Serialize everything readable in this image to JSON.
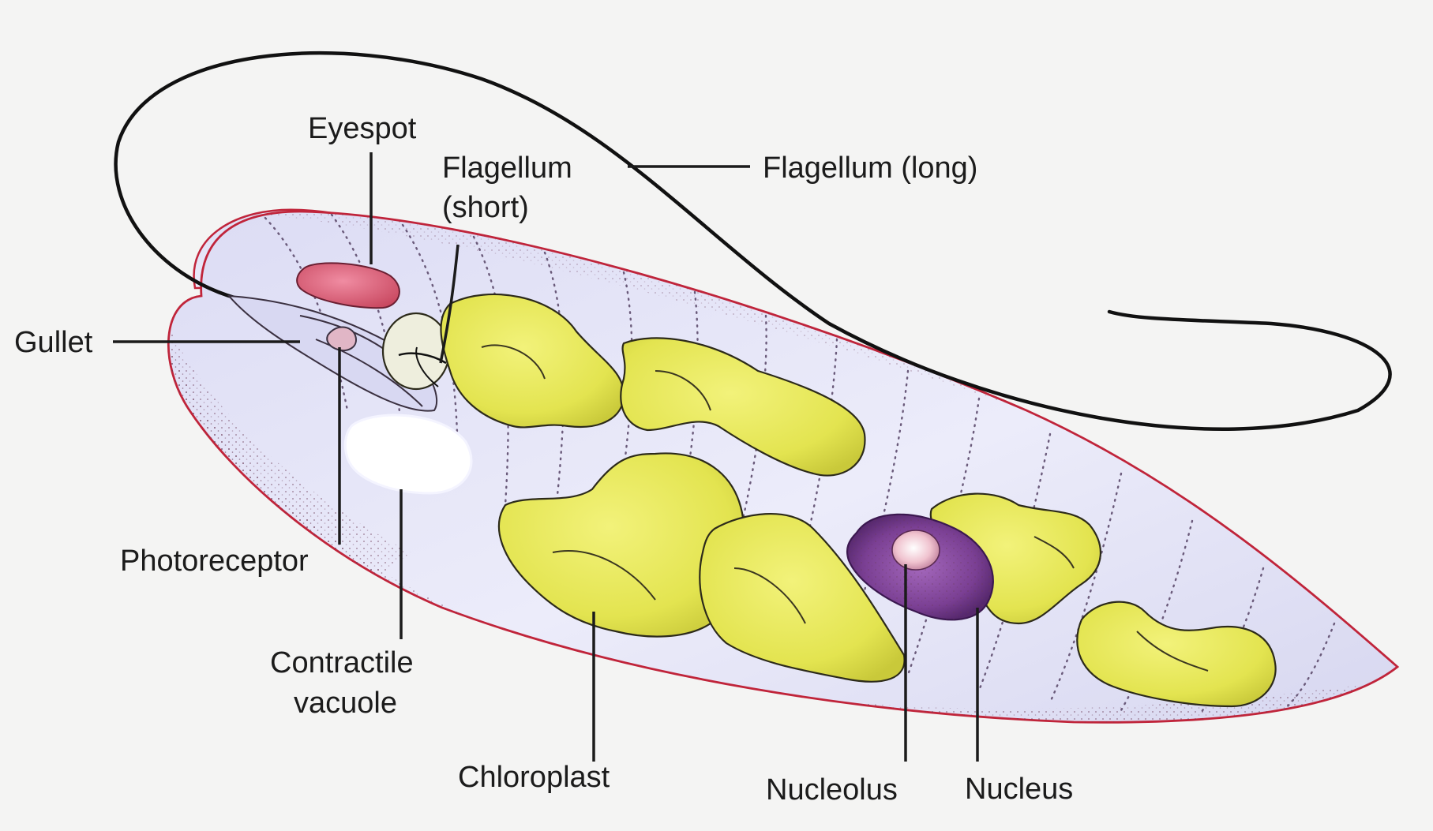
{
  "labels": {
    "eyespot": "Eyespot",
    "flagellum_short_1": "Flagellum",
    "flagellum_short_2": "(short)",
    "flagellum_long": "Flagellum (long)",
    "gullet": "Gullet",
    "photoreceptor": "Photoreceptor",
    "contractile_vacuole_1": "Contractile",
    "contractile_vacuole_2": "vacuole",
    "chloroplast": "Chloroplast",
    "nucleolus": "Nucleolus",
    "nucleus": "Nucleus"
  },
  "colors": {
    "background": "#f4f4f3",
    "cell_body": "#e6e6f7",
    "cell_outline": "#c0243a",
    "chloroplast": "#e7e85a",
    "eyespot": "#d9607a",
    "nucleus": "#7a3f93",
    "nucleolus": "#f2c6d2",
    "vacuole": "#ffffff",
    "text": "#1b1b1b"
  }
}
